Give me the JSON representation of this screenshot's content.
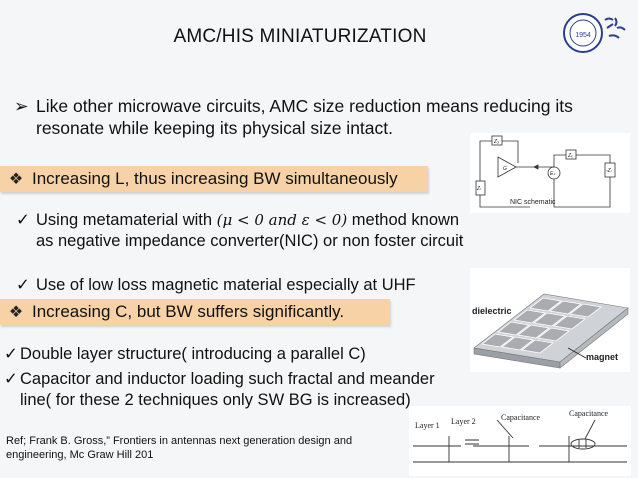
{
  "title": "AMC/HIS MINIATURIZATION",
  "bullet1": {
    "marker": "➢",
    "text": "Like other microwave circuits, AMC size reduction means reducing its resonate while keeping its physical size intact."
  },
  "highlight1": {
    "marker": "❖",
    "text": "Increasing L, thus increasing BW simultaneously"
  },
  "sub1": {
    "marker": "✓",
    "pre": "Using metamaterial with ",
    "math": "(μ < 0 and ε < 0)",
    "post": " method known as negative impedance converter(NIC) or non foster circuit"
  },
  "sub2": {
    "marker": "✓",
    "text": "Use of low loss magnetic material especially at UHF"
  },
  "highlight2": {
    "marker": "❖",
    "text": "Increasing C, but BW suffers significantly."
  },
  "list": [
    {
      "marker": "✓",
      "text": "Double layer structure( introducing a parallel C)"
    },
    {
      "marker": "✓",
      "text": "Capacitor and inductor loading such fractal and meander line( for these 2 techniques only SW BG is increased)"
    }
  ],
  "reference": "Ref; Frank B. Gross,” Frontiers in antennas next generation design and engineering, Mc Graw Hill 201",
  "fig_nic": {
    "caption": "NIC schematic",
    "z3": "Z₃",
    "zx": "Zₓ",
    "zl": "Zₗ",
    "es": "Eₛ",
    "g": "G",
    "mzl": "-Zₗ"
  },
  "fig_magnet": {
    "dielectric": "dielectric",
    "magnet": "magnet"
  },
  "fig_layers": {
    "layer1": "Layer 1",
    "layer2": "Layer 2",
    "cap1": "Capacitance",
    "cap2": "Capacitance"
  },
  "logo": {
    "year": "1954"
  }
}
